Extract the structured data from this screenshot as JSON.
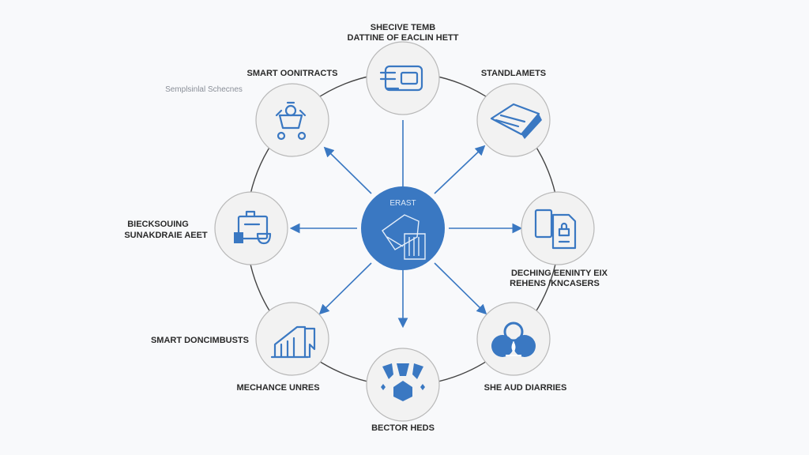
{
  "diagram": {
    "subtitle": "Semplsinlal Schecnes",
    "center": {
      "label": "ERAST"
    },
    "nodes": [
      {
        "id": "top",
        "label_lines": [
          "SHECIVE TEMB",
          "DATTINE OF EACLIN HETT"
        ]
      },
      {
        "id": "top-right",
        "label_lines": [
          "STANDLAMETS"
        ]
      },
      {
        "id": "right",
        "label_lines": [
          "DECHING EENINTY EIX",
          "REHENS /KNCASERS"
        ]
      },
      {
        "id": "bottom-right",
        "label_lines": [
          "SHE AUD DIARRIES"
        ]
      },
      {
        "id": "bottom",
        "label_lines": [
          "BECTOR HEDS"
        ]
      },
      {
        "id": "bottom-left",
        "label_lines": [
          "MECHANCE UNRES",
          "SMART DONCIMBUSTS"
        ]
      },
      {
        "id": "left",
        "label_lines": [
          "BIECKSOUING",
          "SUNAKDRAIE AEET"
        ]
      },
      {
        "id": "top-left",
        "label_lines": [
          "SMART OONITRACTS"
        ]
      }
    ],
    "colors": {
      "accent": "#3a78c2",
      "ring": "#444444",
      "node_fill": "#f2f2f2"
    }
  }
}
